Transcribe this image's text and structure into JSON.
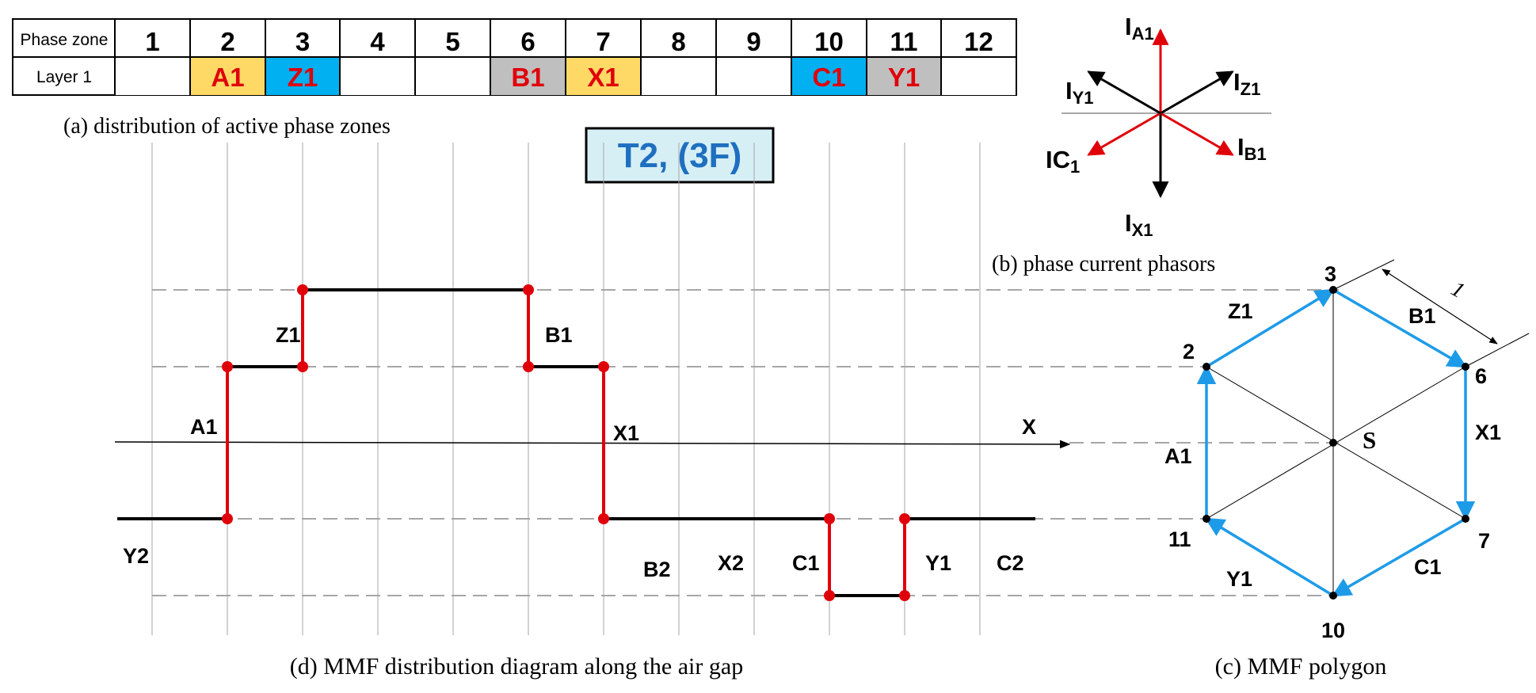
{
  "table": {
    "row1_header": "Phase zone",
    "row2_header": "Layer 1",
    "zones": [
      "1",
      "2",
      "3",
      "4",
      "5",
      "6",
      "7",
      "8",
      "9",
      "10",
      "11",
      "12"
    ],
    "layer1": [
      {
        "text": "",
        "fill": "#ffffff",
        "color": "#e0000a"
      },
      {
        "text": "A1",
        "fill": "#ffd966",
        "color": "#e0000a"
      },
      {
        "text": "Z1",
        "fill": "#00b0f0",
        "color": "#e0000a"
      },
      {
        "text": "",
        "fill": "#ffffff",
        "color": "#e0000a"
      },
      {
        "text": "",
        "fill": "#ffffff",
        "color": "#e0000a"
      },
      {
        "text": "B1",
        "fill": "#bfbfbf",
        "color": "#e0000a"
      },
      {
        "text": "X1",
        "fill": "#ffd966",
        "color": "#e0000a"
      },
      {
        "text": "",
        "fill": "#ffffff",
        "color": "#e0000a"
      },
      {
        "text": "",
        "fill": "#ffffff",
        "color": "#e0000a"
      },
      {
        "text": "C1",
        "fill": "#00b0f0",
        "color": "#e0000a"
      },
      {
        "text": "Y1",
        "fill": "#bfbfbf",
        "color": "#e0000a"
      },
      {
        "text": "",
        "fill": "#ffffff",
        "color": "#e0000a"
      }
    ]
  },
  "captions": {
    "a": "(a) distribution of active phase zones",
    "b": "(b) phase current phasors",
    "c": "(c) MMF polygon",
    "d": "(d) MMF distribution diagram along the air gap"
  },
  "badge": {
    "text": "T2, (3F)",
    "fill": "#d6eff5",
    "color": "#1f6fc0"
  },
  "phasors": {
    "A1": {
      "main": "I",
      "sub": "A1",
      "angle": 90,
      "color": "#e0000a"
    },
    "Z1": {
      "main": "I",
      "sub": "Z1",
      "angle": 30,
      "color": "#000000"
    },
    "B1": {
      "main": "I",
      "sub": "B1",
      "angle": -30,
      "color": "#e0000a"
    },
    "X1": {
      "main": "I",
      "sub": "X1",
      "angle": -90,
      "color": "#000000"
    },
    "C1": {
      "main": "IC",
      "sub": "1",
      "angle": 210,
      "color": "#e0000a"
    },
    "Y1": {
      "main": "I",
      "sub": "Y1",
      "angle": 150,
      "color": "#000000"
    }
  },
  "mmf": {
    "x_axis_label": "X",
    "zone_labels": [
      "A1",
      "Z1",
      "B1",
      "X1",
      "C1",
      "Y1",
      "Y2",
      "B2",
      "X2",
      "C2"
    ]
  },
  "polygon": {
    "vertices": [
      "3",
      "2",
      "6",
      "11",
      "7",
      "10"
    ],
    "edges": [
      "Z1",
      "B1",
      "A1",
      "X1",
      "Y1",
      "C1"
    ],
    "center": "S",
    "dimension": "1"
  },
  "colors": {
    "red": "#e0000a",
    "blue": "#1e9be8",
    "grid": "#a6a6a6",
    "black": "#000000"
  }
}
